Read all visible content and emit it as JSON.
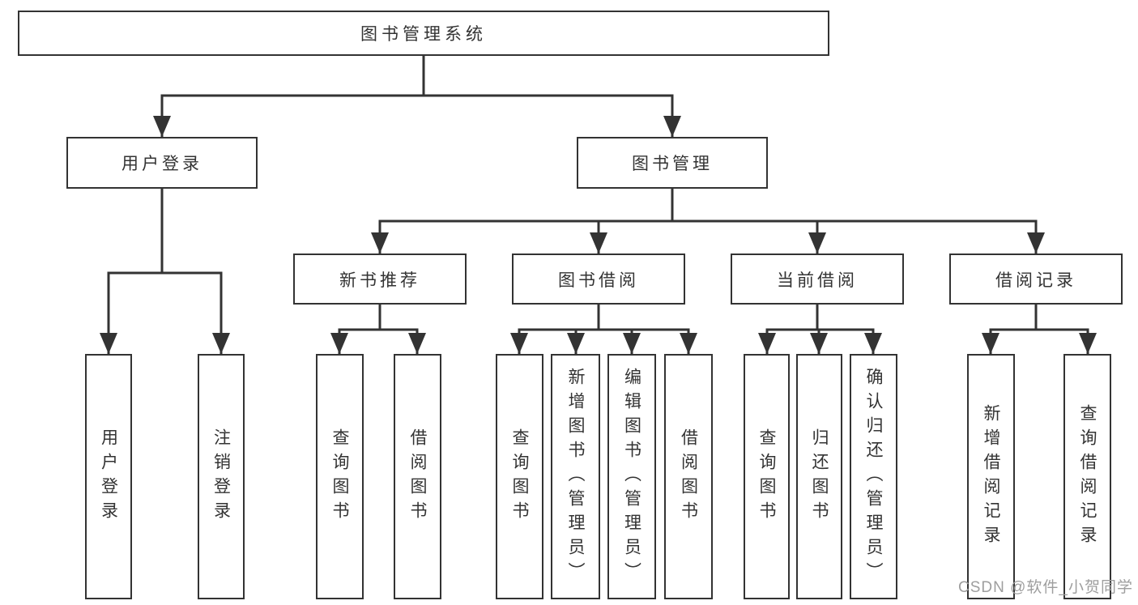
{
  "colors": {
    "line": "#333333",
    "text": "#333333",
    "background": "#ffffff",
    "watermark": "#9e9e9e"
  },
  "diagram": {
    "root": {
      "label": "图书管理系统"
    },
    "branches": [
      {
        "label": "用户登录",
        "children": [
          {
            "label": "用户登录"
          },
          {
            "label": "注销登录"
          }
        ]
      },
      {
        "label": "图书管理",
        "children": [
          {
            "label": "新书推荐",
            "children": [
              {
                "label": "查询图书"
              },
              {
                "label": "借阅图书"
              }
            ]
          },
          {
            "label": "图书借阅",
            "children": [
              {
                "label": "查询图书"
              },
              {
                "label": "新增图书（管理员）"
              },
              {
                "label": "编辑图书（管理员）"
              },
              {
                "label": "借阅图书"
              }
            ]
          },
          {
            "label": "当前借阅",
            "children": [
              {
                "label": "查询图书"
              },
              {
                "label": "归还图书"
              },
              {
                "label": "确认归还（管理员）"
              }
            ]
          },
          {
            "label": "借阅记录",
            "children": [
              {
                "label": "新增借阅记录"
              },
              {
                "label": "查询借阅记录"
              }
            ]
          }
        ]
      }
    ]
  },
  "watermark": {
    "text": "CSDN @软件_小贺同学"
  }
}
